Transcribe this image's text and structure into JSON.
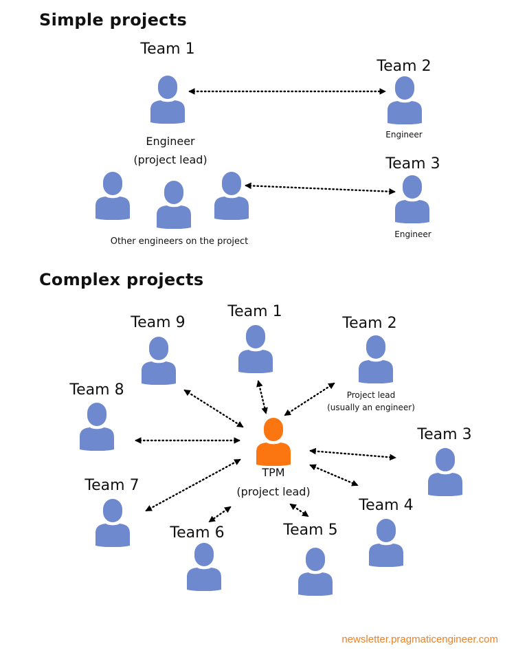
{
  "colors": {
    "person": "#6f89cf",
    "tpm": "#fb7510",
    "text": "#111111",
    "footer": "#e8822c",
    "arrow": "#000000"
  },
  "simple": {
    "title": "Simple projects",
    "team1": {
      "label": "Team 1",
      "role_line1": "Engineer",
      "role_line2": "(project lead)"
    },
    "team2": {
      "label": "Team 2",
      "role": "Engineer"
    },
    "team3": {
      "label": "Team 3",
      "role": "Engineer"
    },
    "others_caption": "Other engineers on the project"
  },
  "complex": {
    "title": "Complex projects",
    "tpm": {
      "line1": "TPM",
      "line2": "(project lead)"
    },
    "teams": [
      {
        "label": "Team 1"
      },
      {
        "label": "Team 2",
        "note_line1": "Project lead",
        "note_line2": "(usually an engineer)"
      },
      {
        "label": "Team 3"
      },
      {
        "label": "Team 4"
      },
      {
        "label": "Team 5"
      },
      {
        "label": "Team 6"
      },
      {
        "label": "Team 7"
      },
      {
        "label": "Team 8"
      },
      {
        "label": "Team 9"
      }
    ]
  },
  "footer": {
    "text": "newsletter.pragmaticengineer.com"
  }
}
